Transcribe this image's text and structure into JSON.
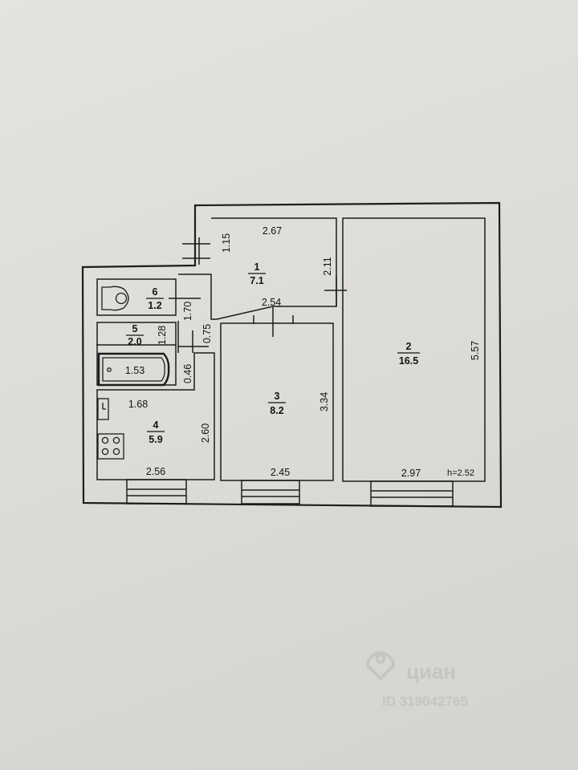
{
  "rooms": [
    {
      "id": "1",
      "number": "1",
      "area": "7.1"
    },
    {
      "id": "2",
      "number": "2",
      "area": "16.5"
    },
    {
      "id": "3",
      "number": "3",
      "area": "8.2"
    },
    {
      "id": "4",
      "number": "4",
      "area": "5.9"
    },
    {
      "id": "5",
      "number": "5",
      "area": "2.0"
    },
    {
      "id": "6",
      "number": "6",
      "area": "1.2"
    }
  ],
  "dimensions": {
    "hall_width": "2.67",
    "hall_side": "1.15",
    "hall_door_wall": "2.11",
    "hall_bottom": "2.54",
    "room2_height": "5.57",
    "room2_width": "2.97",
    "ceiling_height": "h=2.52",
    "room3_height": "3.34",
    "room3_width": "2.45",
    "kitchen_width": "2.56",
    "kitchen_height": "2.60",
    "kitchen_top": "1.68",
    "bath_length": "1.53",
    "wc_corridor": "1.70",
    "bath_corridor": "0.75",
    "bath_height": "1.28",
    "kitchen_niche": "0.46"
  },
  "watermark": {
    "brand": "циан",
    "listing_id": "ID 319042765"
  }
}
